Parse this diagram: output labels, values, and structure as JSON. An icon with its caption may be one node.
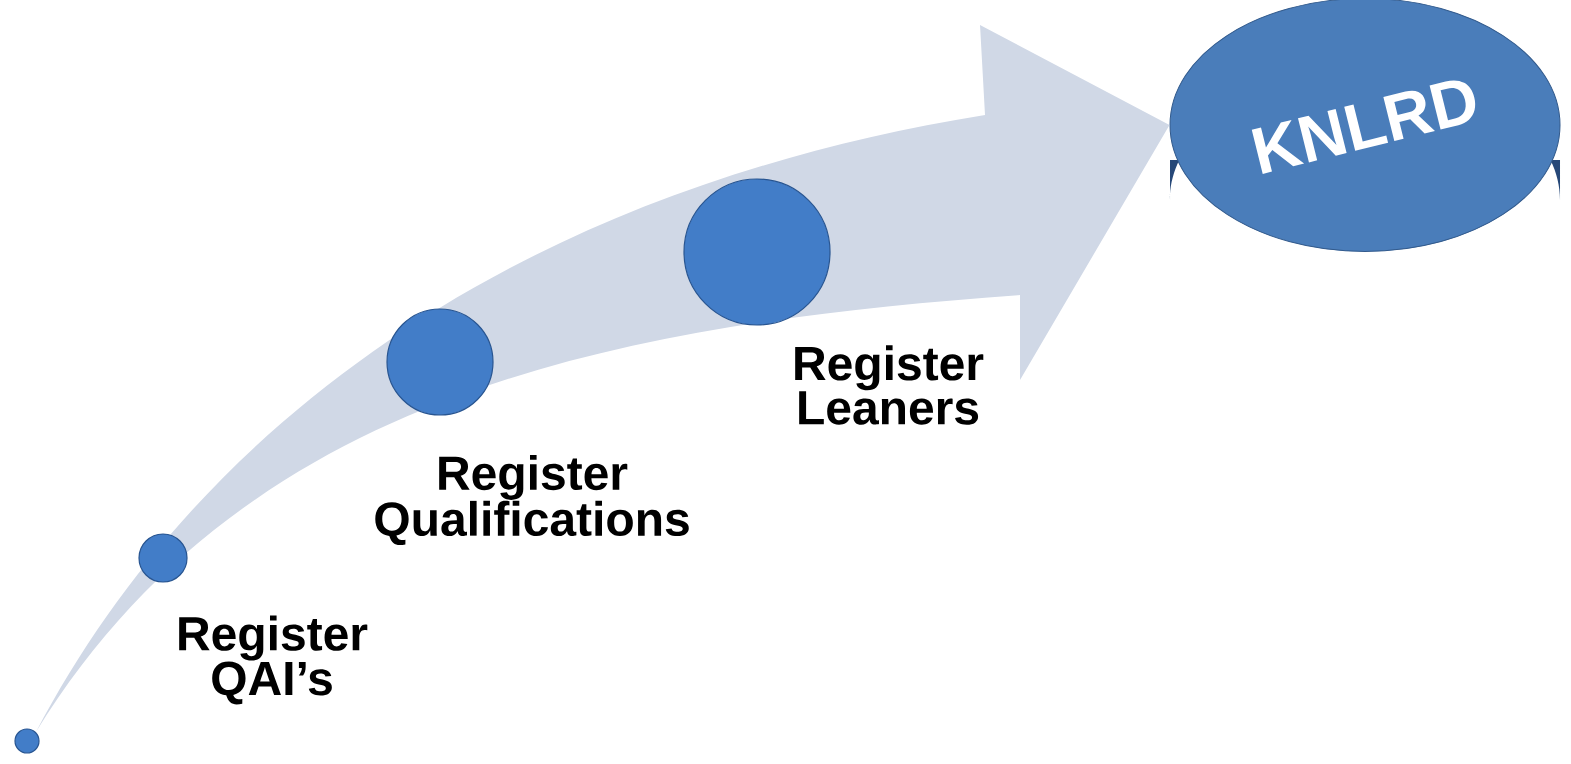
{
  "diagram": {
    "nodes": [
      {
        "text": [],
        "shape": "circle"
      },
      {
        "text": [],
        "shape": "circle",
        "beside": [
          "Register QAI’s"
        ]
      },
      {
        "text": [],
        "shape": "circle",
        "beside": [
          "Register Qualifications"
        ]
      },
      {
        "text": [],
        "shape": "circle",
        "beside": [
          "Register Leaners"
        ]
      },
      {
        "text": [
          "KNLRD"
        ]
      }
    ],
    "edges": [
      {
        "from": 0,
        "to": 4,
        "arrow": "to"
      }
    ]
  }
}
